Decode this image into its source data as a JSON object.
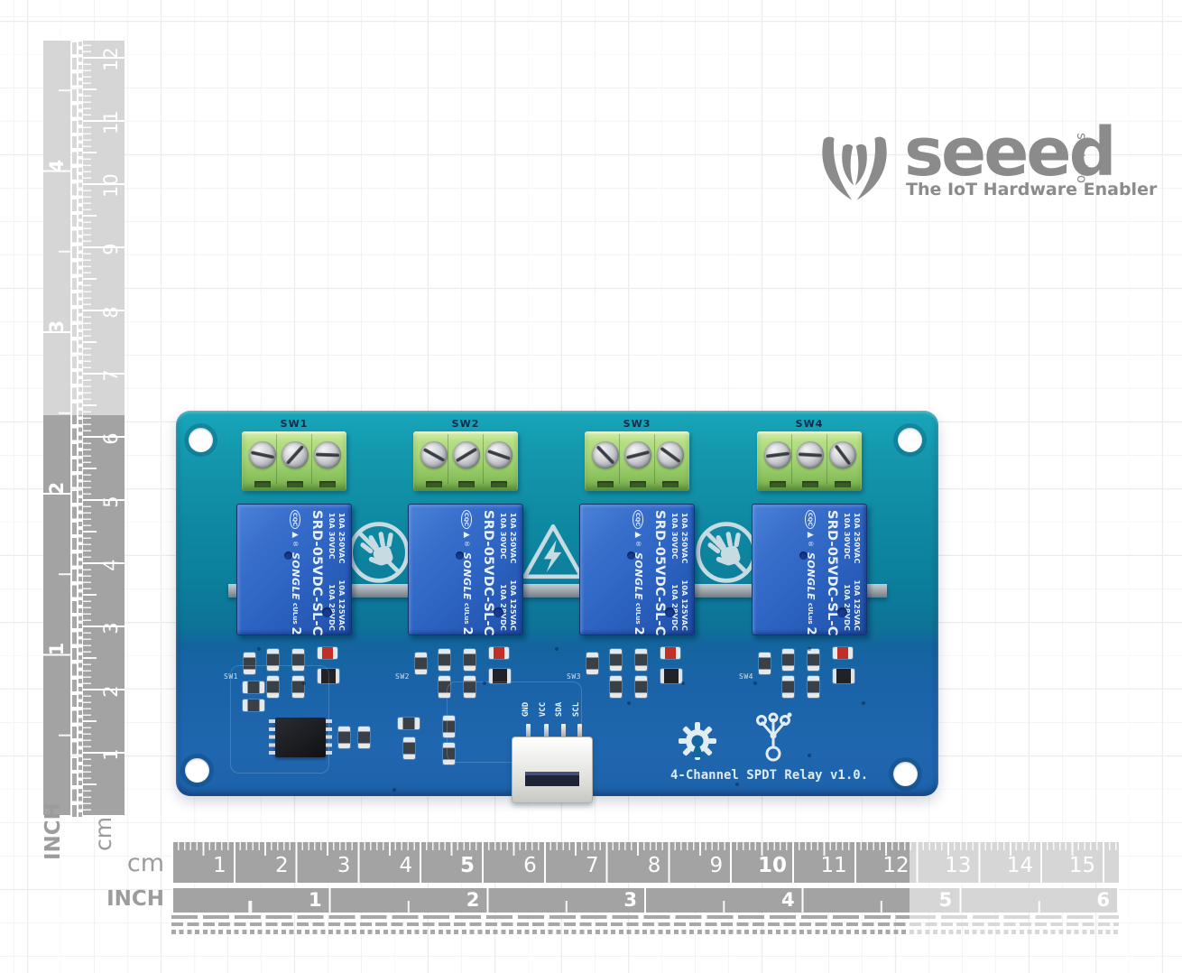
{
  "logo": {
    "brand": "seeed",
    "studio": "studio",
    "tagline": "The IoT Hardware Enabler"
  },
  "rulers": {
    "bottom_cm": {
      "label": "cm",
      "numbers": [
        1,
        2,
        3,
        4,
        5,
        6,
        7,
        8,
        9,
        10,
        11,
        12,
        13,
        14,
        15
      ],
      "bold": [
        5,
        10
      ]
    },
    "bottom_inch": {
      "label": "INCH",
      "numbers": [
        1,
        2,
        3,
        4,
        5,
        6
      ]
    },
    "left_cm": {
      "label": "cm",
      "numbers": [
        1,
        2,
        3,
        4,
        5,
        6,
        7,
        8,
        9,
        10,
        11,
        12
      ]
    },
    "left_inch": {
      "label": "INCH",
      "numbers": [
        1,
        2,
        3,
        4
      ]
    }
  },
  "board": {
    "title": "4-Channel SPDT Relay v1.0.",
    "channels": [
      {
        "label": "SW1"
      },
      {
        "label": "SW2"
      },
      {
        "label": "SW3"
      },
      {
        "label": "SW4"
      }
    ],
    "connector_pins": [
      "GND",
      "VCC",
      "SDA",
      "SCL"
    ],
    "relay": {
      "brand": "SONGLE",
      "model": "SRD-05VDC-SL-C",
      "ratings": [
        [
          "10A 250VAC",
          "10A 125VAC"
        ],
        [
          "10A 30VDC",
          "10A 28VDC"
        ]
      ],
      "cqc": "CQC",
      "tri": "▲",
      "reg": "®",
      "ul": "cULus",
      "form_no": "2"
    },
    "colors": {
      "board_teal": "#128da6",
      "board_blue": "#1d63a9",
      "relay_blue": "#2d63c2",
      "terminal_green": "#a4d474",
      "silkscreen": "#dcebf3",
      "ruler_dark": "#a3a3a3",
      "ruler_light": "#d6d6d6",
      "logo_gray": "#8b8b8b"
    }
  }
}
